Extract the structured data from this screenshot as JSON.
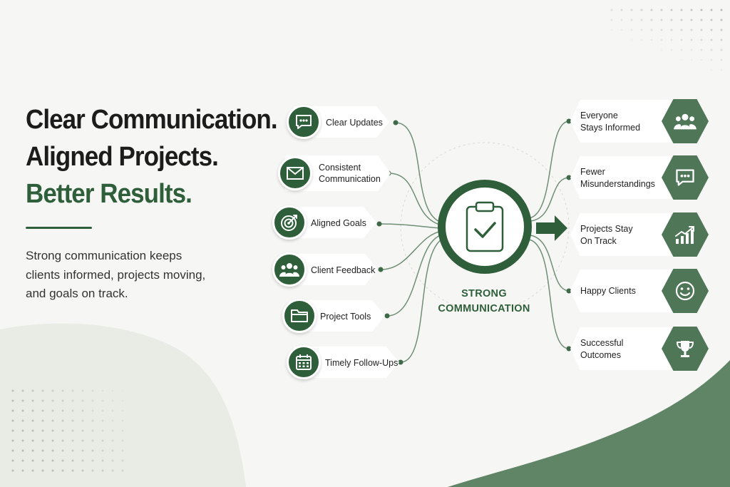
{
  "headline": {
    "line1": "Clear Communication.",
    "line2": "Aligned Projects.",
    "line3": "Better Results."
  },
  "body": {
    "line1": "Strong communication keeps",
    "line2": "clients informed, projects moving,",
    "line3": "and goals on track."
  },
  "hub": {
    "line1": "STRONG",
    "line2": "COMMUNICATION",
    "icon": "clipboard-check-icon"
  },
  "inputs": [
    {
      "label": "Clear Updates",
      "icon": "chat-bubble-icon"
    },
    {
      "label1": "Consistent",
      "label2": "Communication",
      "icon": "envelope-icon"
    },
    {
      "label": "Aligned Goals",
      "icon": "target-icon"
    },
    {
      "label": "Client Feedback",
      "icon": "people-group-icon"
    },
    {
      "label": "Project Tools",
      "icon": "folder-icon"
    },
    {
      "label": "Timely Follow-Ups",
      "icon": "calendar-icon"
    }
  ],
  "outcomes": [
    {
      "line1": "Everyone",
      "line2": "Stays Informed",
      "icon": "people-group-icon"
    },
    {
      "line1": "Fewer",
      "line2": "Misunderstandings",
      "icon": "chat-bubble-icon"
    },
    {
      "line1": "Projects Stay",
      "line2": "On Track",
      "icon": "growth-chart-icon"
    },
    {
      "line1": "Happy Clients",
      "icon": "smiley-icon"
    },
    {
      "line1": "Successful",
      "line2": "Outcomes",
      "icon": "trophy-icon"
    }
  ],
  "colors": {
    "accent": "#2f5f3a",
    "hex_fill": "#4e7657",
    "background": "#f6f6f4",
    "blob_light": "#e9ebe5",
    "blob_dark": "#5f8466"
  }
}
